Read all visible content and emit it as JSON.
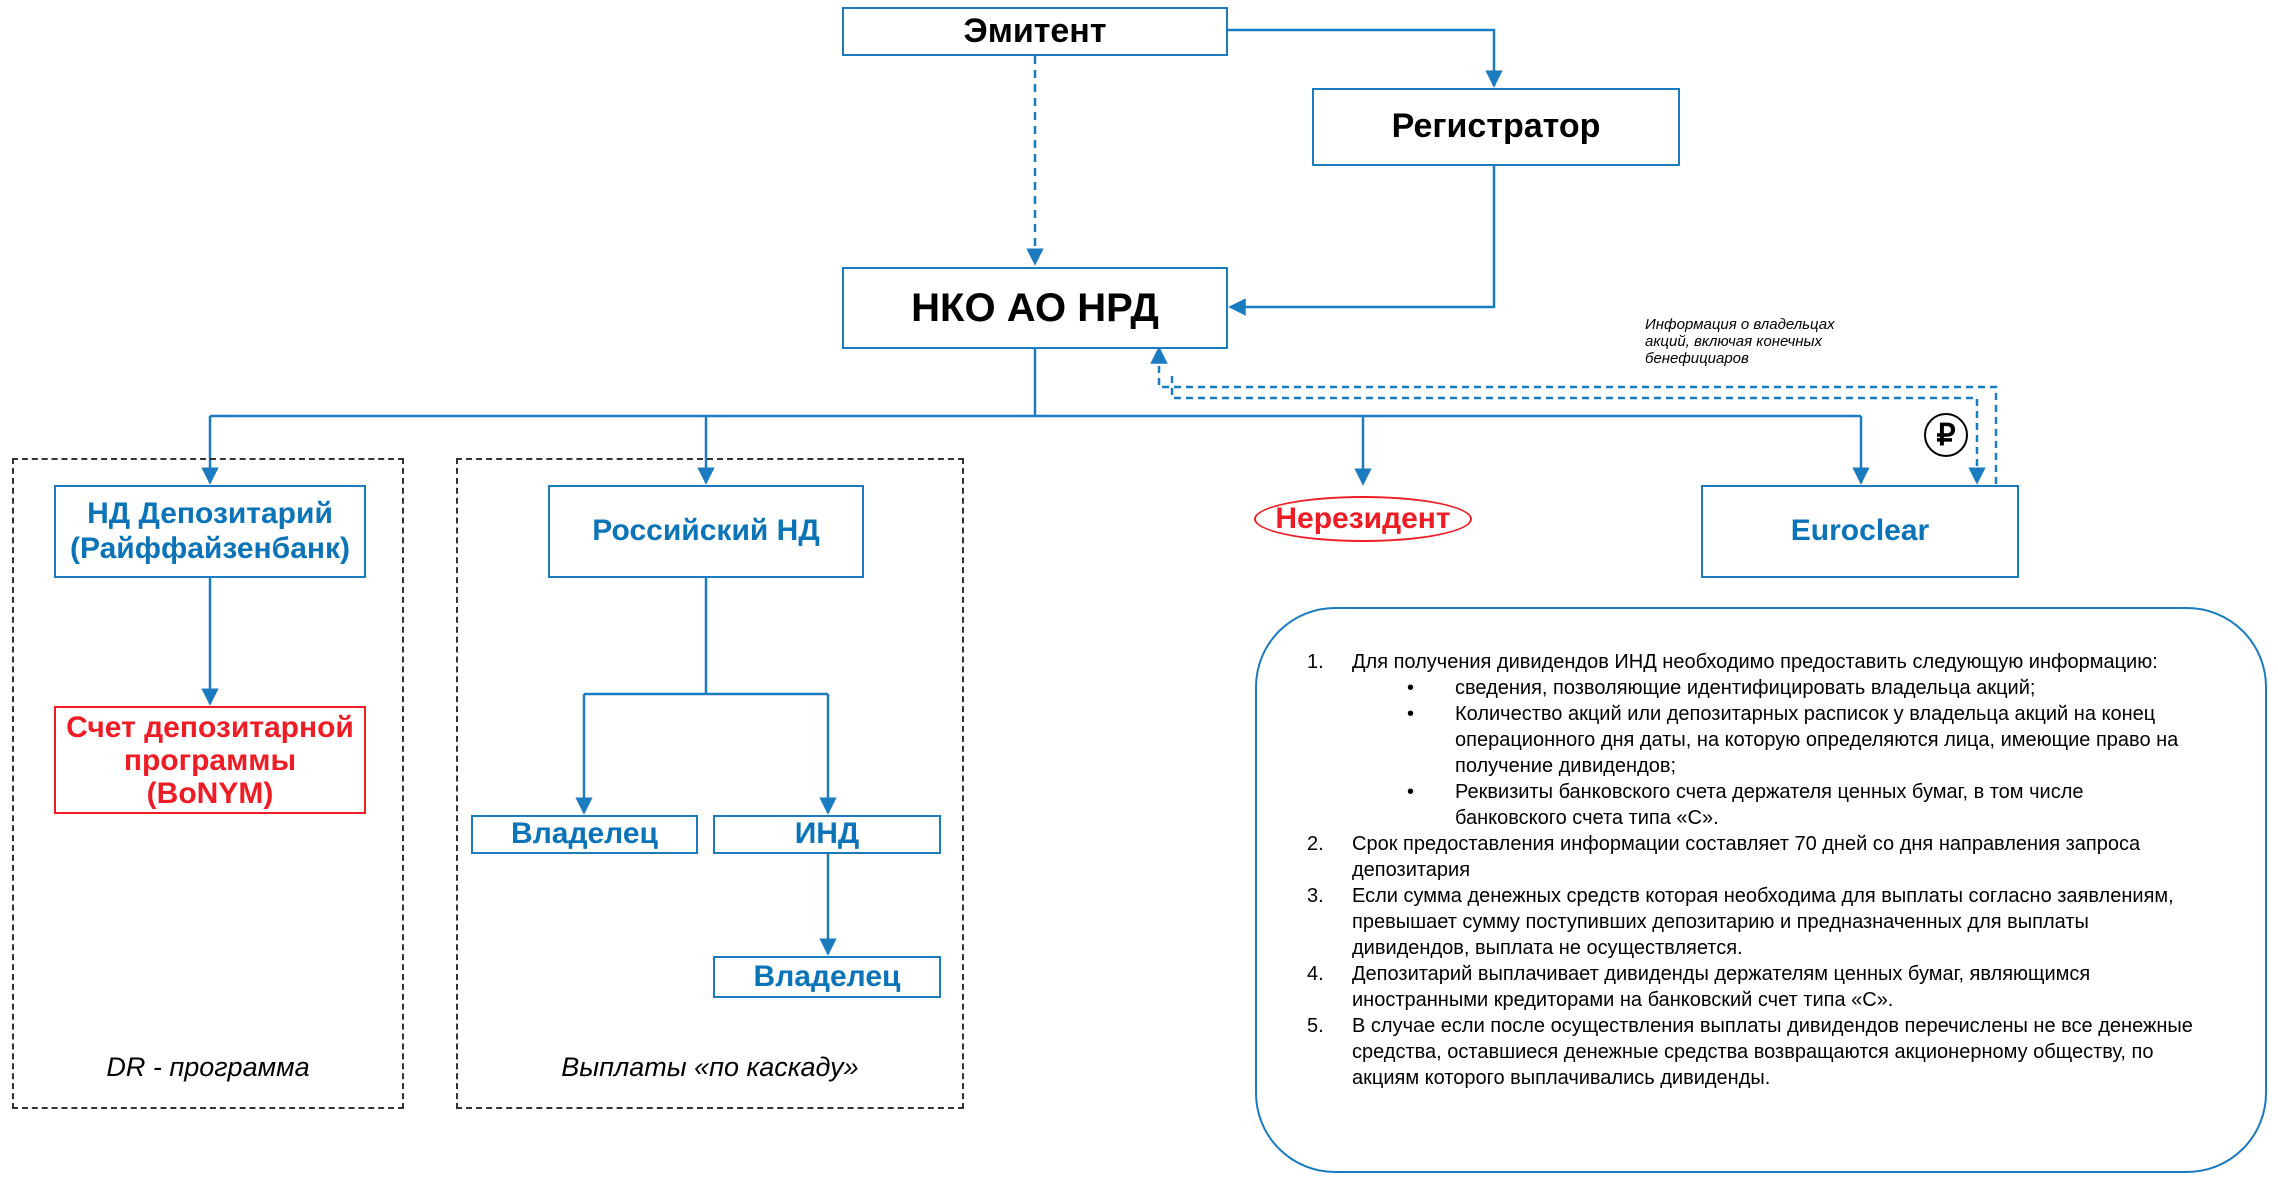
{
  "nodes": {
    "issuer": "Эмитент",
    "registrar": "Регистратор",
    "nsd": "НКО АО НРД",
    "nd_depository": "НД Депозитарий\n(Райффайзенбанк)",
    "dr_account": "Счет депозитарной\nпрограммы\n(BoNYM)",
    "russian_nd": "Российский НД",
    "owner_1": "Владелец",
    "ind": "ИНД",
    "owner_2": "Владелец",
    "nonresident": "Нерезидент",
    "euroclear": "Euroclear"
  },
  "frames": {
    "dr_program_caption": "DR - программа",
    "cascade_caption": "Выплаты «по каскаду»"
  },
  "flow_note": "Информация о владельцах\nакций, включая конечных\nбенефициаров",
  "ruble_symbol": "₽",
  "info": {
    "items": [
      {
        "num": "1.",
        "text": "Для получения дивидендов ИНД необходимо предоставить следующую информацию:",
        "bullets": [
          "сведения, позволяющие идентифицировать владельца акций;",
          "Количество акций или депозитарных расписок у владельца акций на конец операционного дня даты, на которую определяются лица, имеющие право на получение дивидендов;",
          "Реквизиты банковского счета держателя ценных бумаг, в том числе банковского счета типа «С»."
        ]
      },
      {
        "num": "2.",
        "text": "Срок предоставления информации составляет 70 дней со дня направления запроса депозитария"
      },
      {
        "num": "3.",
        "text": "Если сумма денежных средств которая необходима для  выплаты согласно заявлениям, превышает сумму поступивших депозитарию и предназначенных для выплаты дивидендов, выплата не осуществляется."
      },
      {
        "num": "4.",
        "text": "Депозитарий выплачивает дивиденды держателям ценных бумаг, являющимся иностранными кредиторами на банковский счет типа «С»."
      },
      {
        "num": "5.",
        "text": "В случае если после осуществления выплаты дивидендов перечислены не все денежные средства, оставшиеся денежные средства возвращаются акционерному обществу, по акциям которого выплачивались дивиденды."
      }
    ],
    "bullet_char": "•"
  },
  "colors": {
    "box_border": "#1a7bbf",
    "blue_text": "#0b74b8",
    "red_text": "#ee1c25"
  }
}
